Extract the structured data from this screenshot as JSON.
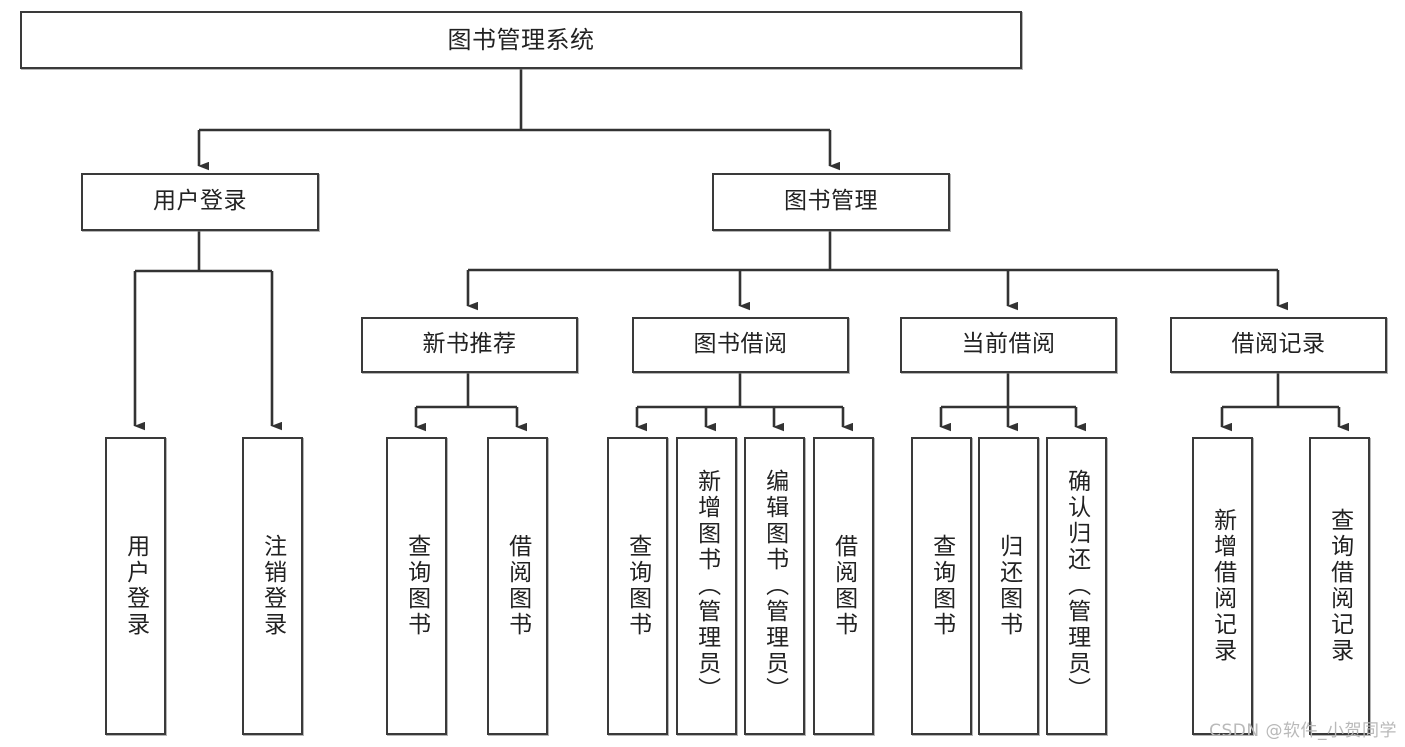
{
  "diagram": {
    "type": "tree",
    "title": "图书管理系统",
    "watermark": "CSDN @软件_小贺同学",
    "colors": {
      "border": "#3a3a3a",
      "background": "#ffffff",
      "text": "#222222",
      "connector": "#333333",
      "watermark": "#b9b9b9"
    },
    "root": {
      "label": "图书管理系统"
    },
    "level2": [
      {
        "label": "用户登录"
      },
      {
        "label": "图书管理"
      }
    ],
    "level3": [
      {
        "label": "新书推荐"
      },
      {
        "label": "图书借阅"
      },
      {
        "label": "当前借阅"
      },
      {
        "label": "借阅记录"
      }
    ],
    "leaves": {
      "user_login": [
        {
          "label": "用户登录"
        },
        {
          "label": "注销登录"
        }
      ],
      "new_book_recommend": [
        {
          "label": "查询图书"
        },
        {
          "label": "借阅图书"
        }
      ],
      "book_borrow": [
        {
          "label": "查询图书"
        },
        {
          "label": "新增图书（管理员）"
        },
        {
          "label": "编辑图书（管理员）"
        },
        {
          "label": "借阅图书"
        }
      ],
      "current_borrow": [
        {
          "label": "查询图书"
        },
        {
          "label": "归还图书"
        },
        {
          "label": "确认归还（管理员）"
        }
      ],
      "borrow_record": [
        {
          "label": "新增借阅记录"
        },
        {
          "label": "查询借阅记录"
        }
      ]
    }
  }
}
